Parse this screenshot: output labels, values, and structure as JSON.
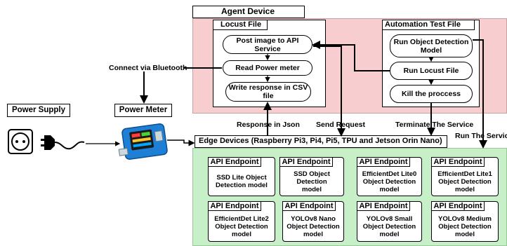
{
  "agent_device": {
    "title": "Agent Device"
  },
  "locust_file": {
    "title": "Locust File",
    "steps": [
      "Post image to API Service",
      "Read Power meter",
      "Write response in CSV file"
    ]
  },
  "automation_test_file": {
    "title": "Automation Test File",
    "steps": [
      "Run Object Detection Model",
      "Run Locust File",
      "Kill the proccess"
    ]
  },
  "labels": {
    "connect_bluetooth": "Connect via Bluetooth",
    "response_json": "Response in Json",
    "send_request": "Send Request",
    "terminate_service": "Terminate The Service",
    "run_service": "Run The Service"
  },
  "power_supply": {
    "title": "Power Supply"
  },
  "power_meter": {
    "title": "Power Meter"
  },
  "edge_devices": {
    "title": "Edge Devices (Raspberry Pi3, Pi4, Pi5, TPU and Jetson Orin Nano)"
  },
  "endpoints": [
    {
      "title": "API Endpoint",
      "model": "SSD Lite Object Detection model"
    },
    {
      "title": "API Endpoint",
      "model": "SSD Object Detection model"
    },
    {
      "title": "API Endpoint",
      "model": "EfficientDet Lite0 Object Detection model"
    },
    {
      "title": "API Endpoint",
      "model": "EfficientDet Lite1 Object Detection model"
    },
    {
      "title": "API Endpoint",
      "model": "EfficientDet Lite2 Object Detection model"
    },
    {
      "title": "API Endpoint",
      "model": "YOLOv8 Nano Object Detection model"
    },
    {
      "title": "API Endpoint",
      "model": "YOLOv8 Small Object Detection model"
    },
    {
      "title": "API Endpoint",
      "model": "YOLOv8 Medium Object Detection model"
    }
  ],
  "colors": {
    "agent_bg": "#f8cdd0",
    "edge_bg": "#c8f0c8",
    "meter_body": "#1e7fd6"
  }
}
